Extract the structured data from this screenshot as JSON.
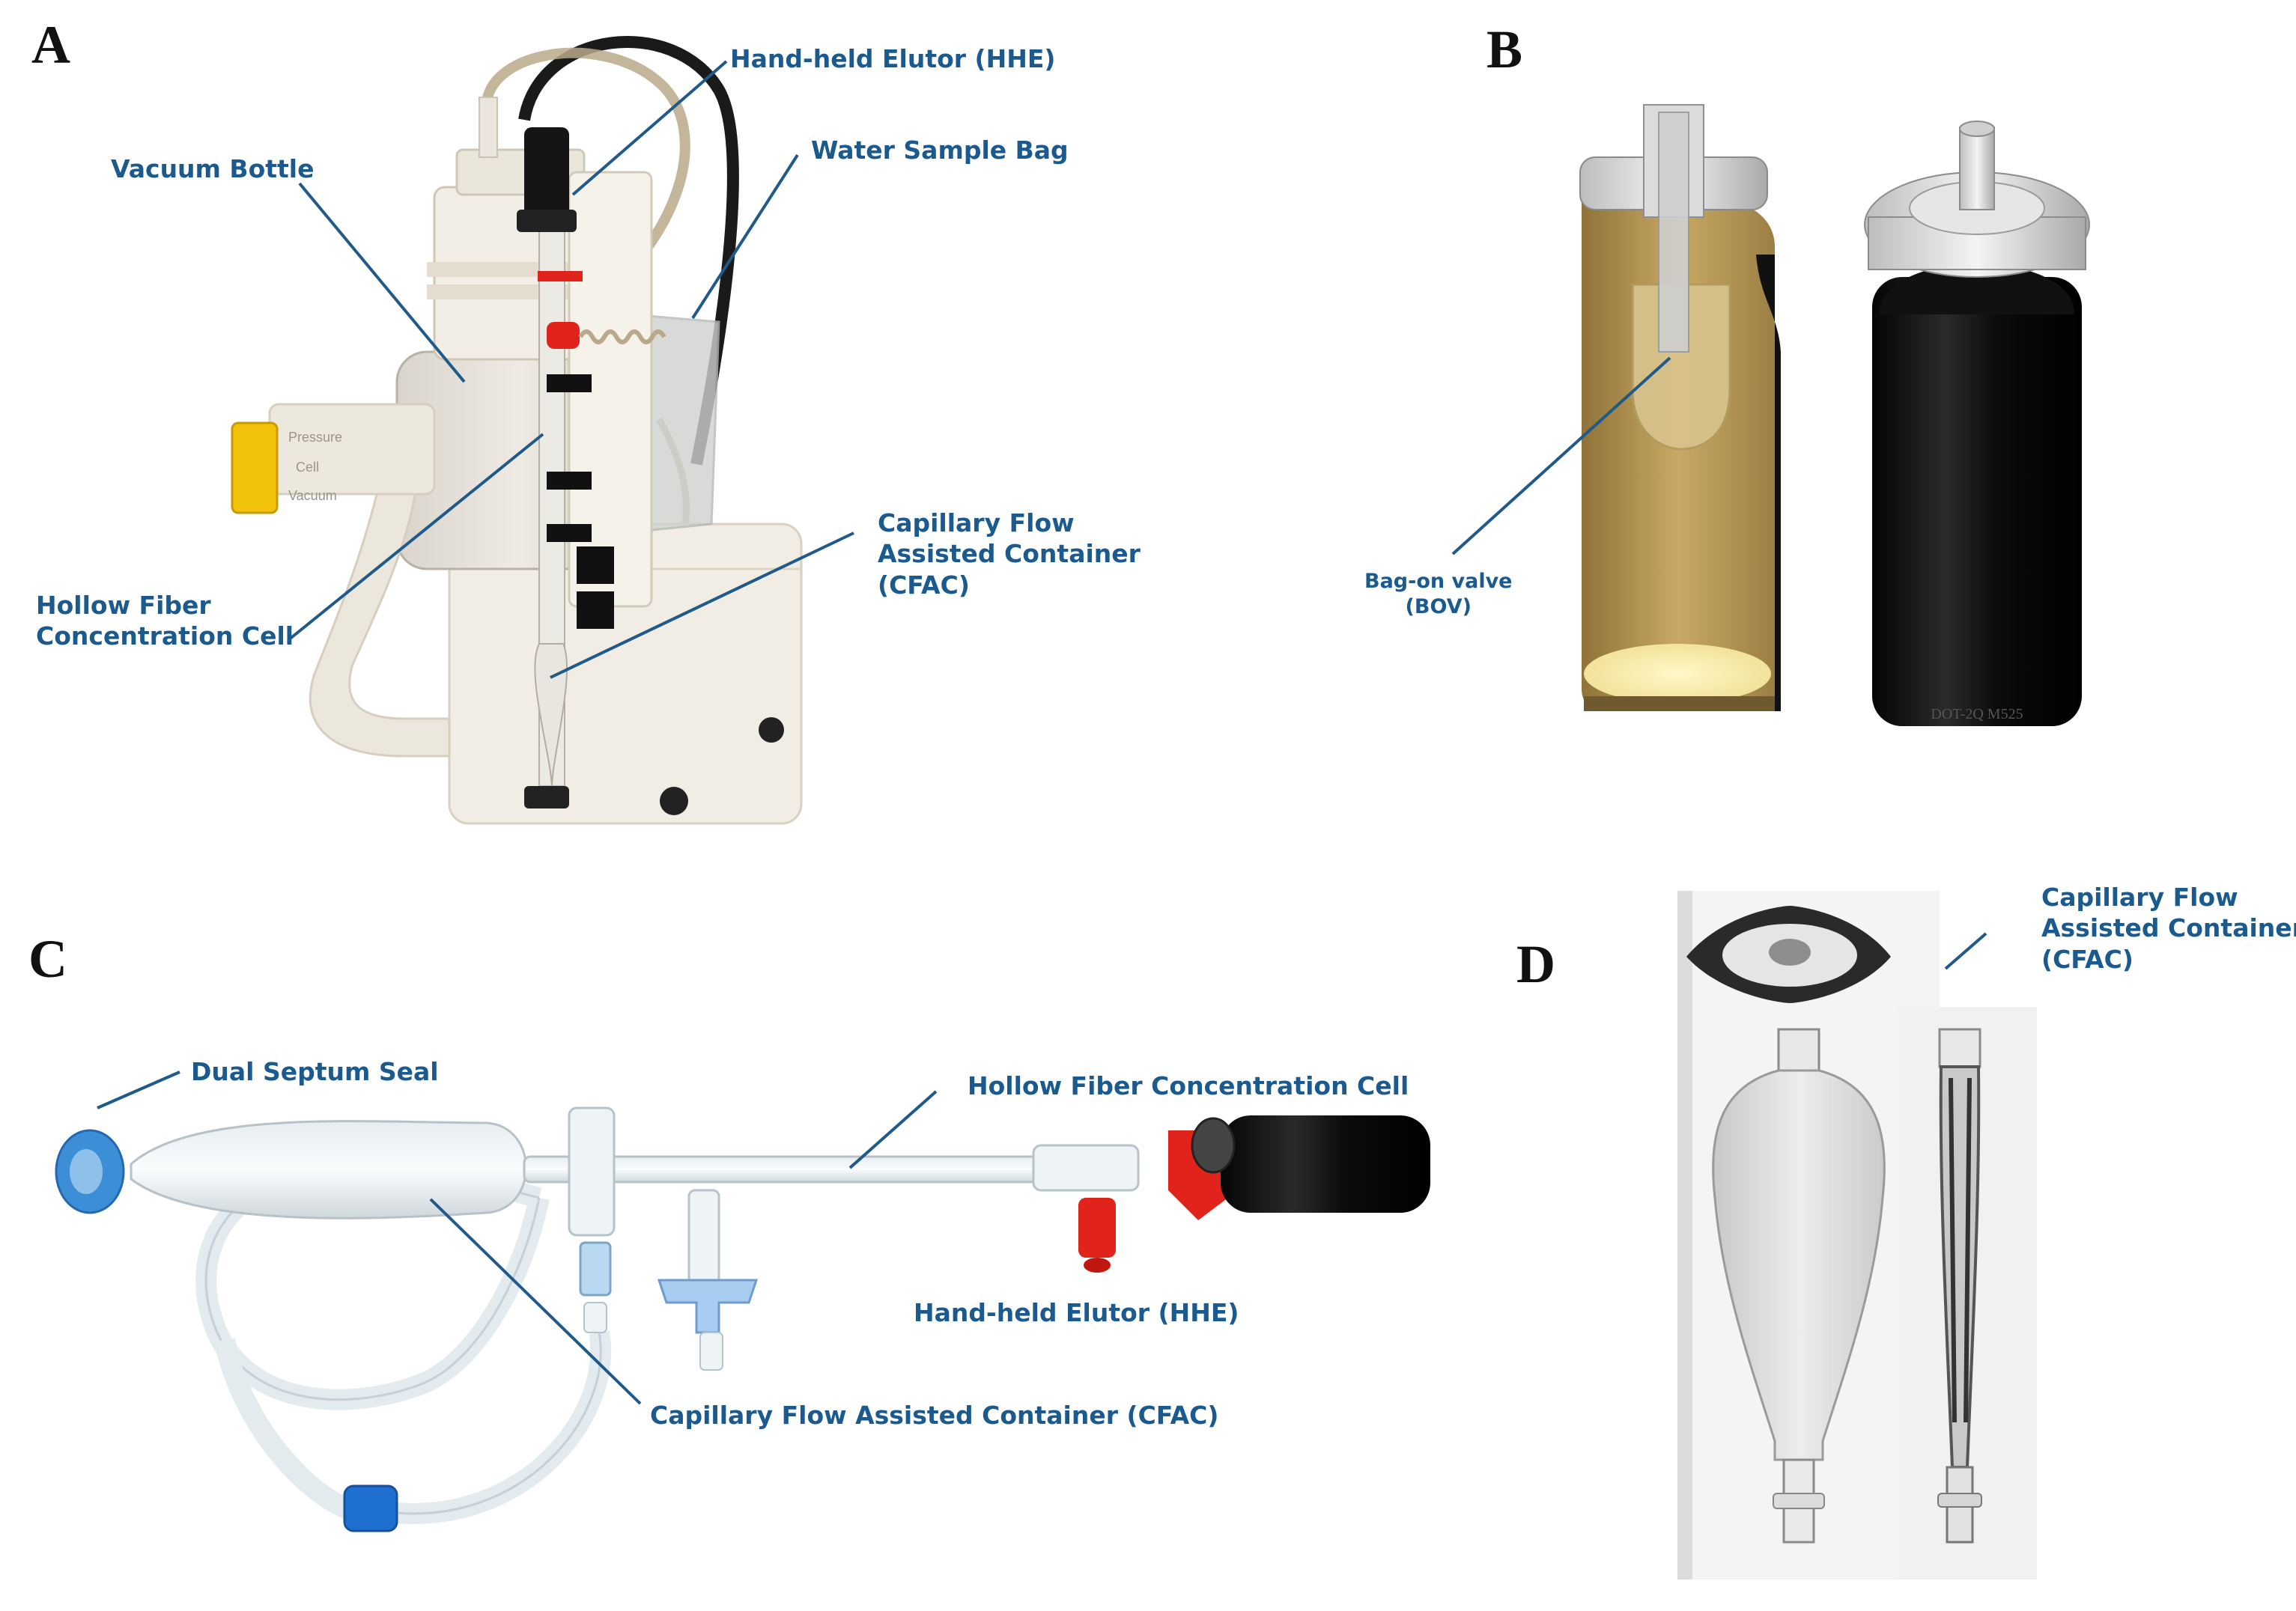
{
  "panels": {
    "a": {
      "letter": "A",
      "labels": {
        "hhe": "Hand-held Elutor (HHE)",
        "vacuum_bottle": "Vacuum Bottle",
        "water_bag": "Water Sample Bag",
        "cfac_1": "Capillary Flow",
        "cfac_2": "Assisted Container",
        "cfac_3": "(CFAC)",
        "hfcc_1": "Hollow Fiber",
        "hfcc_2": "Concentration Cell"
      },
      "unit_text": [
        "Pressure",
        "Cell",
        "Vacuum"
      ]
    },
    "b": {
      "letter": "B",
      "labels": {
        "bov_1": "Bag-on valve",
        "bov_2": "(BOV)"
      },
      "can_print": "DOT-2Q M525"
    },
    "c": {
      "letter": "C",
      "labels": {
        "dual_seal": "Dual Septum Seal",
        "hfcc": "Hollow Fiber Concentration Cell",
        "hhe": "Hand-held Elutor (HHE)",
        "cfac": "Capillary Flow Assisted Container (CFAC)"
      }
    },
    "d": {
      "letter": "D",
      "labels": {
        "cfac_1": "Capillary Flow",
        "cfac_2": "Assisted Container",
        "cfac_3": "(CFAC)"
      }
    }
  },
  "colors": {
    "label_blue": "#1b5a8e",
    "leader_blue": "#1f5a8a",
    "device_white": "#f3efe6",
    "fitting_red": "#e0241b",
    "clamp_yellow": "#f2c20c",
    "can_tan": "#c9a86a",
    "seal_blue": "#3c8fd6"
  }
}
